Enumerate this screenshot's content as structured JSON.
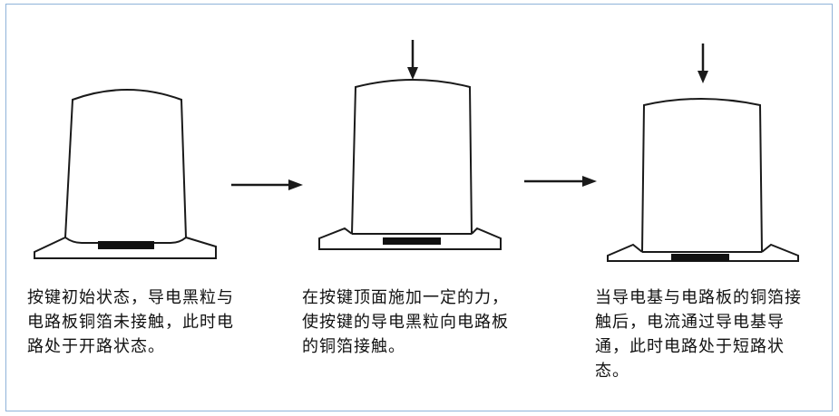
{
  "steps": [
    {
      "caption": "按键初始状态，导电黑粒与电路板铜箔未接触，此时电路处于开路状态。"
    },
    {
      "caption": "在按键顶面施加一定的力，使按键的导电黑粒向电路板的铜箔接触。"
    },
    {
      "caption": "当导电基与电路板的铜箔接触后，电流通过导电基导通，此时电路处于短路状态。"
    }
  ],
  "colors": {
    "outline": "#1a1a1a",
    "conductor": "#111111",
    "frame_border": "#8fb3d9"
  }
}
